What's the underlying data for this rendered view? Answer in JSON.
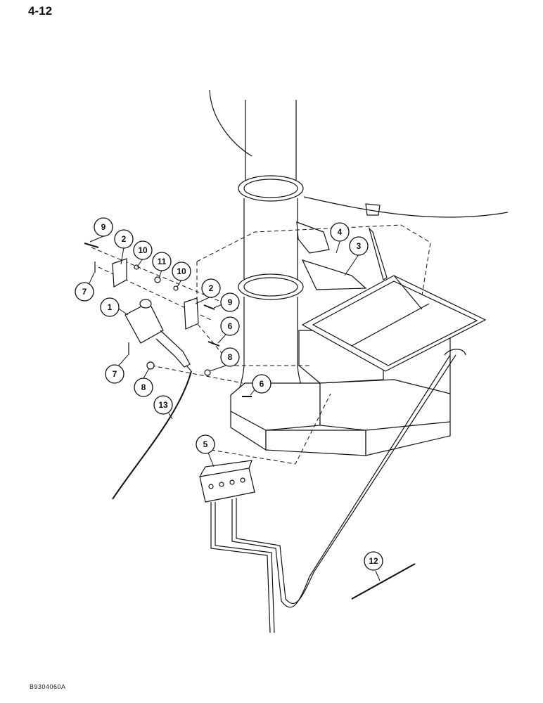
{
  "page_number": "4-12",
  "figure_code": "B9304060A",
  "callouts": [
    {
      "id": "c9a",
      "label": "9"
    },
    {
      "id": "c2a",
      "label": "2"
    },
    {
      "id": "c10a",
      "label": "10"
    },
    {
      "id": "c11",
      "label": "11"
    },
    {
      "id": "c10b",
      "label": "10"
    },
    {
      "id": "c7a",
      "label": "7"
    },
    {
      "id": "c1",
      "label": "1"
    },
    {
      "id": "c2b",
      "label": "2"
    },
    {
      "id": "c9b",
      "label": "9"
    },
    {
      "id": "c6a",
      "label": "6"
    },
    {
      "id": "c7b",
      "label": "7"
    },
    {
      "id": "c8a",
      "label": "8"
    },
    {
      "id": "c8b",
      "label": "8"
    },
    {
      "id": "c6b",
      "label": "6"
    },
    {
      "id": "c13",
      "label": "13"
    },
    {
      "id": "c4",
      "label": "4"
    },
    {
      "id": "c3",
      "label": "3"
    },
    {
      "id": "c5",
      "label": "5"
    },
    {
      "id": "c12",
      "label": "12"
    }
  ]
}
